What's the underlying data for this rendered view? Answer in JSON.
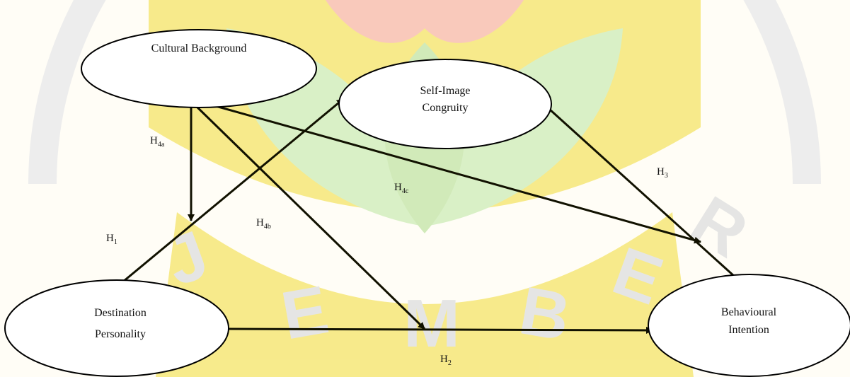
{
  "watermark": {
    "letters": [
      "J",
      "E",
      "M",
      "B",
      "E",
      "R"
    ],
    "color_gold": "#f7ea86",
    "color_green": "#d7f0c4",
    "color_red": "#f9c7b8",
    "color_gray": "#ececec"
  },
  "nodes": {
    "cultural_background": [
      "Cultural Background"
    ],
    "self_image_congruity": [
      "Self-Image",
      "Congruity"
    ],
    "destination_personality": [
      "Destination",
      "Personality"
    ],
    "behavioural_intention": [
      "Behavioural",
      "Intention"
    ]
  },
  "hypotheses": {
    "h1": {
      "main": "H",
      "sub": "1"
    },
    "h2": {
      "main": "H",
      "sub": "2"
    },
    "h3": {
      "main": "H",
      "sub": "3"
    },
    "h4a": {
      "main": "H",
      "sub": "4a"
    },
    "h4b": {
      "main": "H",
      "sub": "4b"
    },
    "h4c": {
      "main": "H",
      "sub": "4c"
    }
  },
  "colors": {
    "arrow": "#111100",
    "node_fill": "#ffffff",
    "node_stroke": "#000000"
  }
}
